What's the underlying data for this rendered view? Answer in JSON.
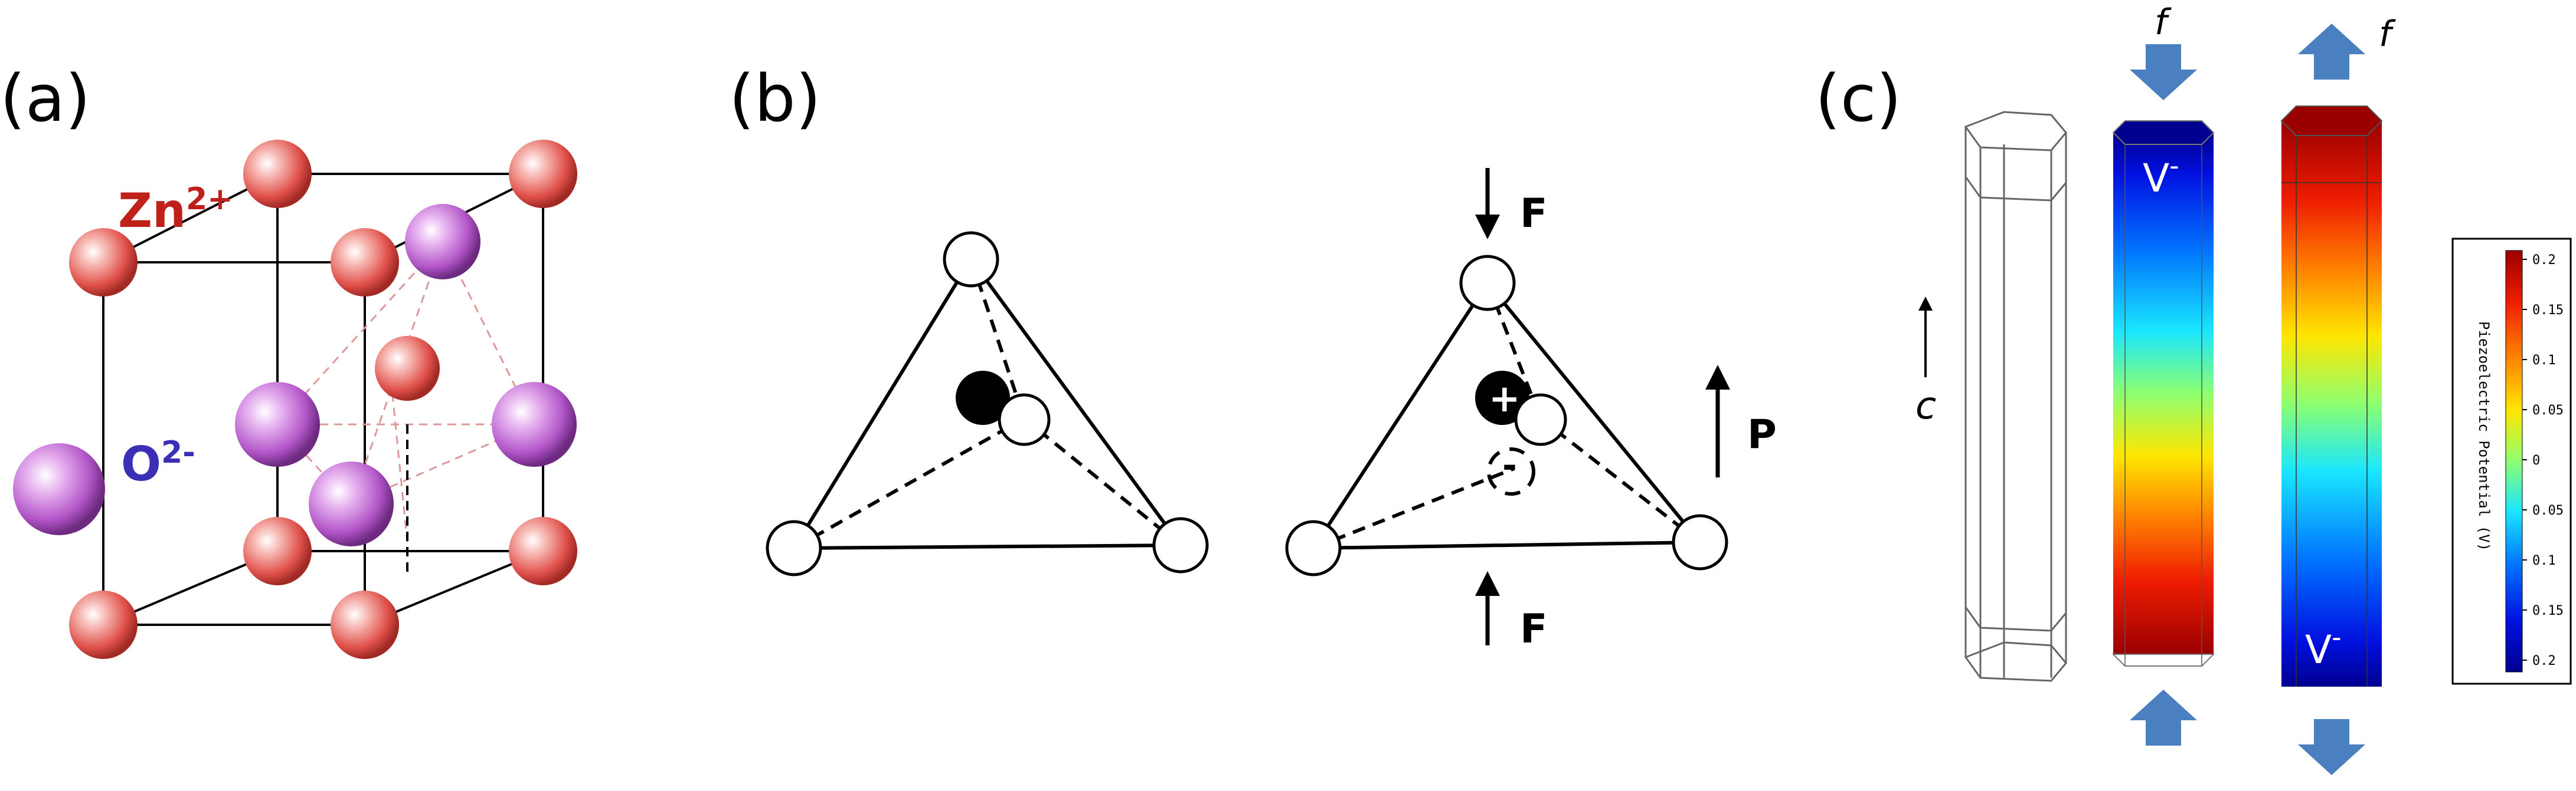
{
  "panel_a": {
    "label": "(a)",
    "zn_label_base": "Zn",
    "zn_label_sup": "2+",
    "o_label_base": "O",
    "o_label_sup": "2-"
  },
  "panel_b": {
    "label": "(b)",
    "force_top": "F",
    "force_bottom": "F",
    "polarization": "P",
    "plus_sign": "+",
    "minus_sign": "-"
  },
  "panel_c": {
    "label": "(c)",
    "axis_label": "c",
    "force_label_compress": "f",
    "force_label_stretch": "f",
    "v_minus_base": "V",
    "v_minus_sup": "-",
    "colorbar": {
      "title": "Piezoelectric Potential (V)",
      "ticks": [
        "0.2",
        "0.15",
        "0.1",
        "0.05",
        "0",
        "0.05",
        "0.1",
        "0.15",
        "0.2"
      ]
    }
  },
  "colors": {
    "zn_sphere": "#e0504a",
    "o_sphere": "#b255c8",
    "zn_text": "#c0201a",
    "o_text": "#3a2fb5",
    "arrow_blue": "#4a7fc0"
  }
}
